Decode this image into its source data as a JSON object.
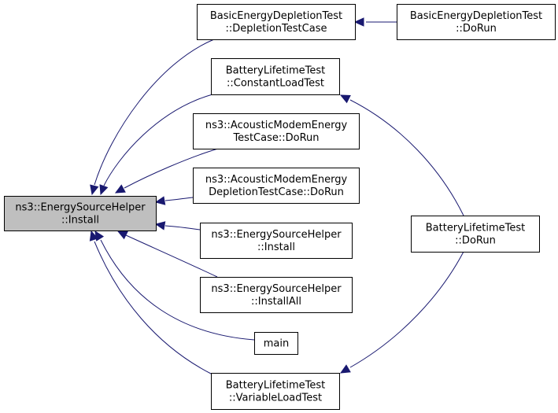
{
  "diagram": {
    "type": "caller-graph",
    "edge_color": "#191970",
    "root_fill": "#bfbfbf",
    "nodes": [
      {
        "id": "root",
        "lines": [
          "ns3::EnergySourceHelper",
          "::Install"
        ],
        "root": true
      },
      {
        "id": "bedt-depletion",
        "lines": [
          "BasicEnergyDepletionTest",
          "::DepletionTestCase"
        ]
      },
      {
        "id": "bedt-dorun",
        "lines": [
          "BasicEnergyDepletionTest",
          "::DoRun"
        ]
      },
      {
        "id": "blt-constant",
        "lines": [
          "BatteryLifetimeTest",
          "::ConstantLoadTest"
        ]
      },
      {
        "id": "amet-dorun",
        "lines": [
          "ns3::AcousticModemEnergy",
          "TestCase::DoRun"
        ]
      },
      {
        "id": "amedt-dorun",
        "lines": [
          "ns3::AcousticModemEnergy",
          "DepletionTestCase::DoRun"
        ]
      },
      {
        "id": "esh-install",
        "lines": [
          "ns3::EnergySourceHelper",
          "::Install"
        ]
      },
      {
        "id": "esh-installall",
        "lines": [
          "ns3::EnergySourceHelper",
          "::InstallAll"
        ]
      },
      {
        "id": "main",
        "lines": [
          "main"
        ]
      },
      {
        "id": "blt-variable",
        "lines": [
          "BatteryLifetimeTest",
          "::VariableLoadTest"
        ]
      },
      {
        "id": "blt-dorun",
        "lines": [
          "BatteryLifetimeTest",
          "::DoRun"
        ]
      }
    ],
    "edges": [
      {
        "from": "bedt-depletion",
        "to": "root"
      },
      {
        "from": "blt-constant",
        "to": "root"
      },
      {
        "from": "amet-dorun",
        "to": "root"
      },
      {
        "from": "amedt-dorun",
        "to": "root"
      },
      {
        "from": "esh-install",
        "to": "root"
      },
      {
        "from": "esh-installall",
        "to": "root"
      },
      {
        "from": "main",
        "to": "root"
      },
      {
        "from": "blt-variable",
        "to": "root"
      },
      {
        "from": "bedt-dorun",
        "to": "bedt-depletion"
      },
      {
        "from": "blt-dorun",
        "to": "blt-constant"
      },
      {
        "from": "blt-dorun",
        "to": "blt-variable"
      }
    ]
  }
}
